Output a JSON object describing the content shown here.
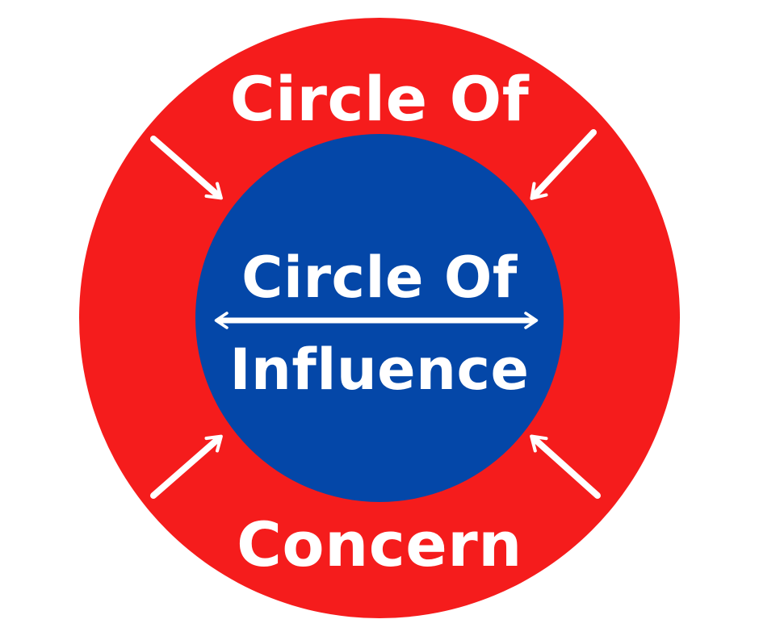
{
  "outer_circle": {
    "title_top": "Circle Of",
    "title_bottom": "Concern",
    "color": "#f51c1c"
  },
  "inner_circle": {
    "title_top": "Circle Of",
    "title_bottom": "Influence",
    "color": "#0447a8"
  },
  "arrow_color": "#ffffff",
  "text_color": "#ffffff"
}
